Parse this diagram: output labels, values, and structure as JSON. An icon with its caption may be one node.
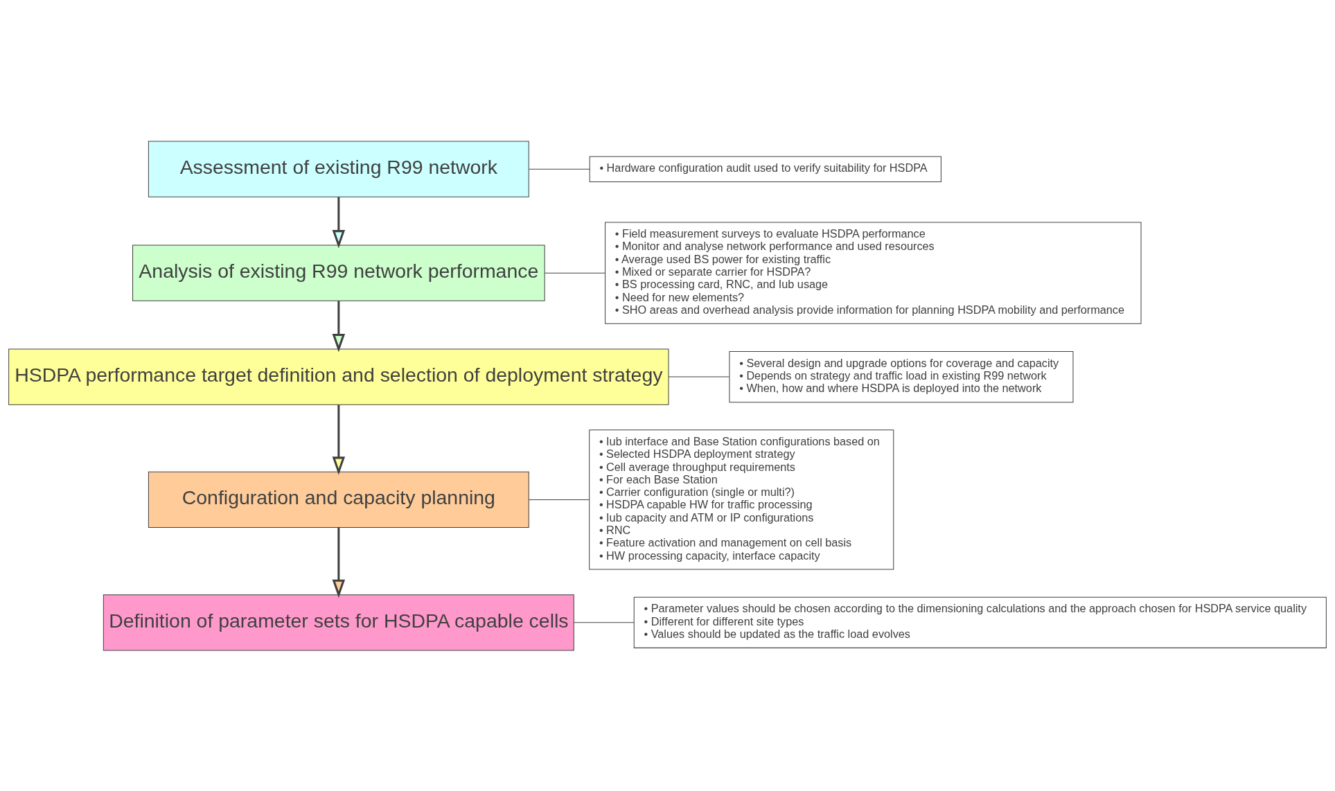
{
  "diagram": {
    "nodes": [
      {
        "text": [
          "Assessment of existing R99 network"
        ]
      },
      {
        "text": [
          "• Hardware configuration audit used to verify suitability for HSDPA"
        ]
      },
      {
        "text": [
          "Analysis of existing R99 network performance"
        ]
      },
      {
        "text": [
          "• Field measurement surveys to evaluate HSDPA performance",
          "• Monitor and analyse network performance and used resources",
          "• Average used BS power for existing traffic",
          "• Mixed or separate carrier for HSDPA?",
          "• BS processing card, RNC, and Iub usage",
          "• Need for new elements?",
          "• SHO areas and overhead analysis provide information for planning HSDPA mobility and performance"
        ]
      },
      {
        "text": [
          "HSDPA performance target definition and selection of deployment strategy"
        ]
      },
      {
        "text": [
          "• Several design and upgrade options for coverage and capacity",
          "• Depends on strategy and traffic load in existing R99 network",
          "• When, how and where HSDPA is deployed into the network"
        ]
      },
      {
        "text": [
          "Configuration and capacity planning"
        ]
      },
      {
        "text": [
          "• Iub interface and Base Station configurations based on",
          "• Selected HSDPA deployment strategy",
          "• Cell average throughput requirements",
          "• For each Base Station",
          "• Carrier configuration (single or multi?)",
          "• HSDPA capable HW for traffic processing",
          "• Iub capacity and ATM or IP configurations",
          "• RNC",
          "• Feature activation and management on cell basis",
          "• HW processing capacity, interface capacity"
        ]
      },
      {
        "text": [
          "Definition of parameter sets for HSDPA capable cells"
        ]
      },
      {
        "text": [
          "• Parameter values should be chosen according to the dimensioning calculations and the approach chosen for HSDPA service quality",
          "• Different for different site types",
          "• Values should be updated as the traffic load evolves"
        ]
      }
    ],
    "edges": [
      {
        "from": 0,
        "to": 2,
        "arrow": "to"
      },
      {
        "from": 2,
        "to": 4,
        "arrow": "to"
      },
      {
        "from": 4,
        "to": 6,
        "arrow": "to"
      },
      {
        "from": 6,
        "to": 8,
        "arrow": "to"
      },
      {
        "from": 0,
        "to": 1,
        "arrow": "none"
      },
      {
        "from": 2,
        "to": 3,
        "arrow": "none"
      },
      {
        "from": 4,
        "to": 5,
        "arrow": "none"
      },
      {
        "from": 6,
        "to": 7,
        "arrow": "none"
      },
      {
        "from": 8,
        "to": 9,
        "arrow": "none"
      }
    ]
  }
}
